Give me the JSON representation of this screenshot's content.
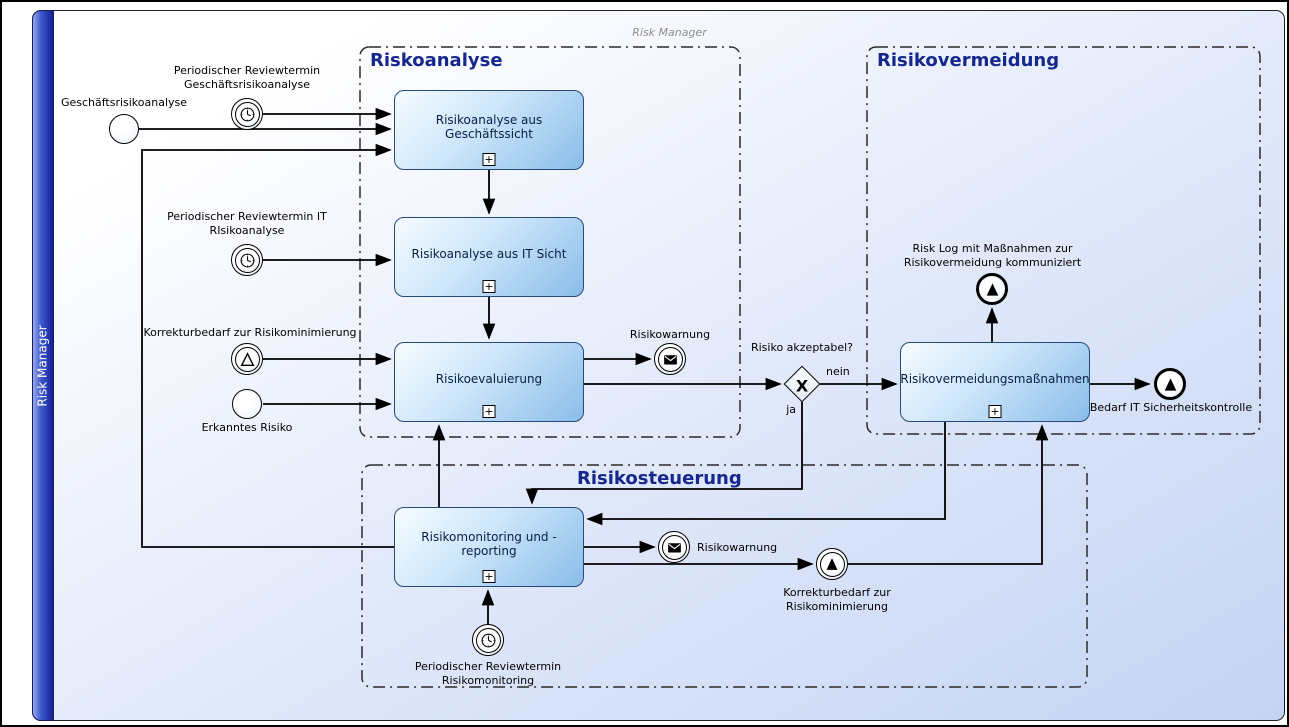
{
  "title": "Risk Manager",
  "lane": {
    "label": "Risk Manager"
  },
  "groups": {
    "riskoanalyse": {
      "label": "Riskoanalyse"
    },
    "risikovermeidung": {
      "label": "Risikovermeidung"
    },
    "risikosteuerung": {
      "label": "Risikosteuerung"
    }
  },
  "tasks": {
    "analyse_geschaeft": {
      "label": "Risikoanalyse aus Geschäftssicht"
    },
    "analyse_it": {
      "label": "Risikoanalyse aus IT Sicht"
    },
    "evaluierung": {
      "label": "Risikoevaluierung"
    },
    "vermeidung": {
      "label": "Risikovermeidungsmaßnahmen"
    },
    "monitoring": {
      "label": "Risikomonitoring und -reporting"
    }
  },
  "events": {
    "start_geschaeft": {
      "label": "Geschäftsrisikoanalyse",
      "type": "start"
    },
    "timer_geschaeft": {
      "label": "Periodischer Reviewtermin Geschäftsrisikoanalyse",
      "type": "timer"
    },
    "timer_it": {
      "label": "Periodischer Reviewtermin IT RIsikoanalyse",
      "type": "timer"
    },
    "esc_catch_korrektur": {
      "label": "Korrekturbedarf zur Risikominimierung",
      "type": "escalation-catch"
    },
    "start_erkannt": {
      "label": "Erkanntes Risiko",
      "type": "start"
    },
    "msg_warnung_1": {
      "label": "Risikowarnung",
      "type": "message-throw"
    },
    "esc_end_risklog": {
      "label": "Risk Log mit Maßnahmen zur Risikovermeidung kommuniziert",
      "type": "escalation-end"
    },
    "esc_end_bedarf": {
      "label": "Bedarf IT Sicherheitskontrolle",
      "type": "escalation-end"
    },
    "msg_warnung_2": {
      "label": "Risikowarnung",
      "type": "message-throw"
    },
    "esc_throw_korrektur": {
      "label": "Korrekturbedarf zur Risikominimierung",
      "type": "escalation-throw"
    },
    "timer_monitoring": {
      "label": "Periodischer Reviewtermin Risikomonitoring",
      "type": "timer"
    }
  },
  "gateway": {
    "question": "Risiko akzeptabel?",
    "symbol": "X",
    "branch_no": "nein",
    "branch_yes": "ja"
  },
  "icons": {
    "subprocess": "+",
    "timer": "clock-icon",
    "message": "envelope-icon",
    "escalation": "escalation-triangle-icon"
  },
  "colors": {
    "group_label": "#16278d",
    "lane_dark": "#141f96",
    "lane_light": "#97abee",
    "pool_fill": "#c4d4f4",
    "task_fill_top": "#f6fcff",
    "task_fill_bottom": "#8abde9",
    "task_border": "#274a7d",
    "connector": "#000000"
  }
}
